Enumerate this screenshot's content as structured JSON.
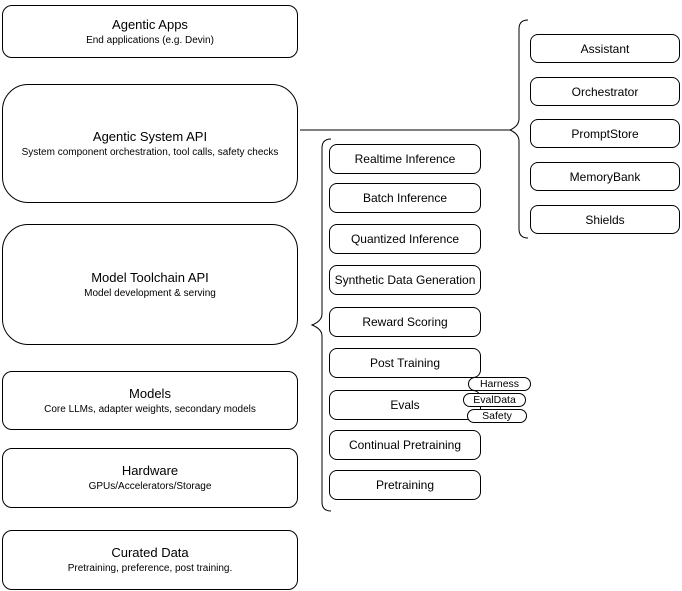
{
  "colors": {
    "stroke": "#000000",
    "background": "#ffffff",
    "text": "#000000"
  },
  "stack": [
    {
      "title": "Agentic Apps",
      "subtitle": "End applications (e.g. Devin)"
    },
    {
      "title": "Agentic System API",
      "subtitle": "System component orchestration, tool calls, safety checks"
    },
    {
      "title": "Model Toolchain API",
      "subtitle": "Model development & serving"
    },
    {
      "title": "Models",
      "subtitle": "Core LLMs, adapter weights, secondary models"
    },
    {
      "title": "Hardware",
      "subtitle": "GPUs/Accelerators/Storage"
    },
    {
      "title": "Curated Data",
      "subtitle": "Pretraining, preference, post training."
    }
  ],
  "toolchain_services": [
    "Realtime Inference",
    "Batch Inference",
    "Quantized Inference",
    "Synthetic Data Generation",
    "Reward Scoring",
    "Post Training",
    "Evals",
    "Continual Pretraining",
    "Pretraining"
  ],
  "evals_tags": [
    "Harness",
    "EvalData",
    "Safety"
  ],
  "agentic_components": [
    "Assistant",
    "Orchestrator",
    "PromptStore",
    "MemoryBank",
    "Shields"
  ]
}
